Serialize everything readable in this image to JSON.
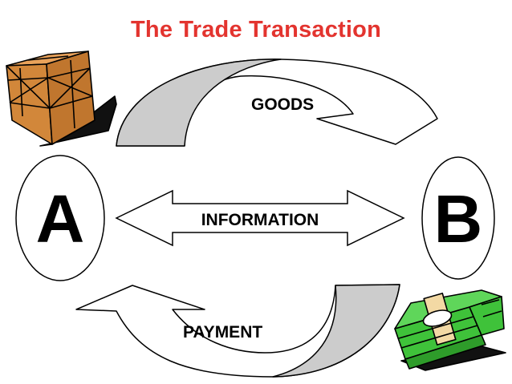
{
  "title": "The Trade Transaction",
  "parties": {
    "a": "A",
    "b": "B"
  },
  "flows": {
    "goods": "GOODS",
    "information": "INFORMATION",
    "payment": "PAYMENT"
  },
  "colors": {
    "title": "#e3342f",
    "arrow_fill": "#cccccc",
    "crate": "#d2873a",
    "money": "#3fc23a"
  },
  "icons": {
    "goods": "wooden-crate-icon",
    "payment": "money-stack-icon"
  }
}
